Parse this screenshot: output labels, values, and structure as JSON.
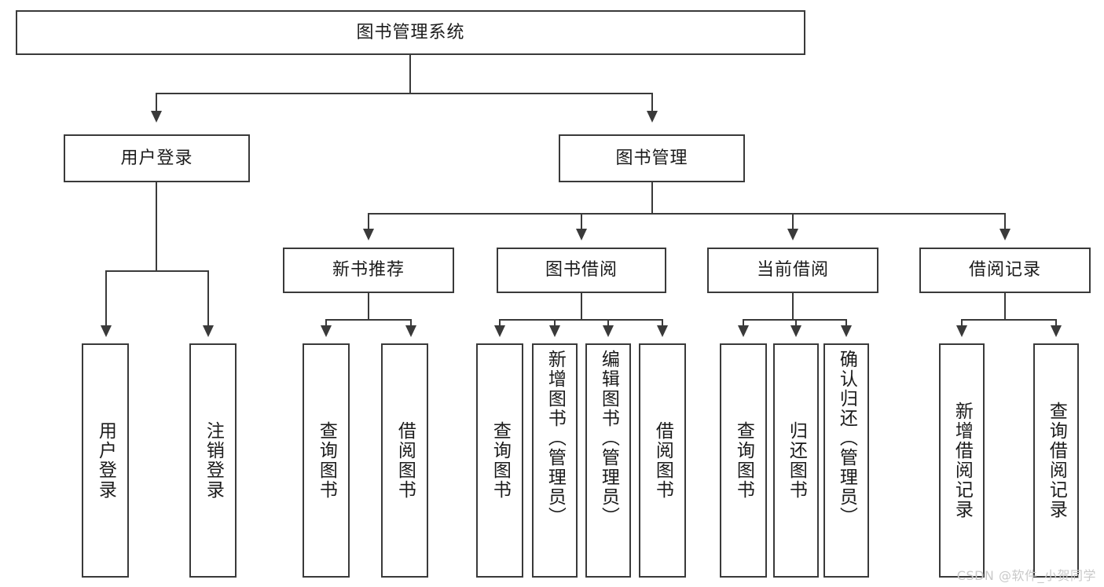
{
  "diagram": {
    "type": "tree-structure-chart",
    "root": {
      "label": "图书管理系统"
    },
    "level1": [
      {
        "label": "用户登录"
      },
      {
        "label": "图书管理"
      }
    ],
    "level2": [
      {
        "label": "新书推荐",
        "parent": "图书管理"
      },
      {
        "label": "图书借阅",
        "parent": "图书管理"
      },
      {
        "label": "当前借阅",
        "parent": "图书管理"
      },
      {
        "label": "借阅记录",
        "parent": "图书管理"
      }
    ],
    "leaves": [
      {
        "label": "用户登录",
        "parent": "用户登录"
      },
      {
        "label": "注销登录",
        "parent": "用户登录"
      },
      {
        "label": "查询图书",
        "parent": "新书推荐"
      },
      {
        "label": "借阅图书",
        "parent": "新书推荐"
      },
      {
        "label": "查询图书",
        "parent": "图书借阅"
      },
      {
        "label": "新增图书（管理员）",
        "parent": "图书借阅"
      },
      {
        "label": "编辑图书（管理员）",
        "parent": "图书借阅"
      },
      {
        "label": "借阅图书",
        "parent": "图书借阅"
      },
      {
        "label": "查询图书",
        "parent": "当前借阅"
      },
      {
        "label": "归还图书",
        "parent": "当前借阅"
      },
      {
        "label": "确认归还（管理员）",
        "parent": "当前借阅"
      },
      {
        "label": "新增借阅记录",
        "parent": "借阅记录"
      },
      {
        "label": "查询借阅记录",
        "parent": "借阅记录"
      }
    ]
  },
  "watermark": {
    "text": "CSDN @软件_小贺同学"
  },
  "colors": {
    "stroke": "#3a3a3a",
    "fill": "#ffffff",
    "text": "#1b1b1b",
    "watermark": "#c9c9c9"
  }
}
